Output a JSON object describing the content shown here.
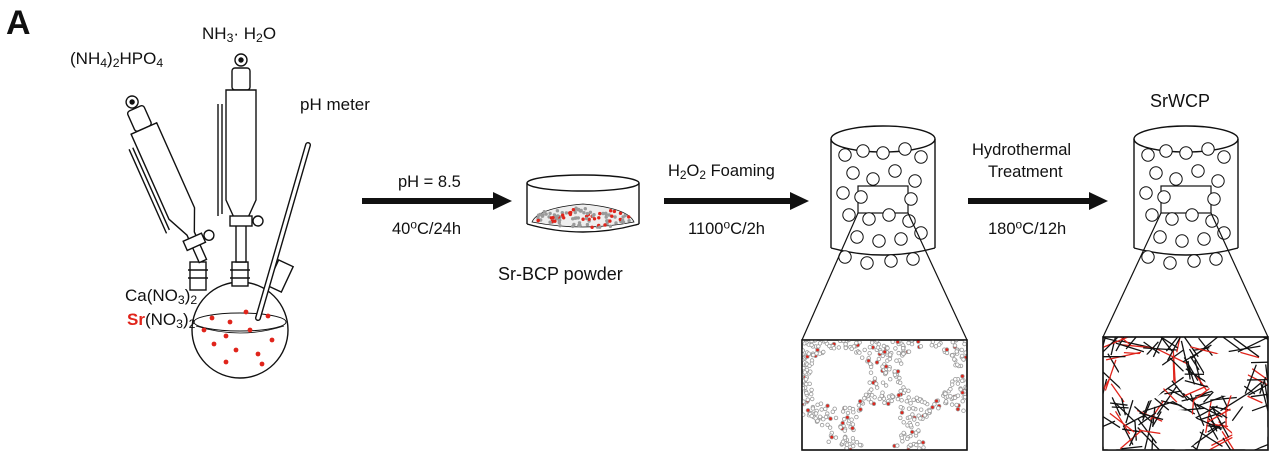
{
  "panel_label": "A",
  "reagents": {
    "phosphate": [
      "(NH",
      "4",
      ")",
      "2",
      "HPO",
      "4"
    ],
    "ammonia": [
      "NH",
      "3",
      "· H",
      "2",
      "O"
    ],
    "ph_meter": "pH meter",
    "calcium": [
      "Ca(NO",
      "3",
      ")",
      "2"
    ],
    "strontium_symbol": "Sr",
    "strontium_rest": [
      "(NO",
      "3",
      ")",
      "2"
    ]
  },
  "steps": {
    "step1_top": "pH = 8.5",
    "step1_bottom": [
      "40",
      "o",
      "C/24h"
    ],
    "powder_label": "Sr-BCP powder",
    "step2_top": [
      "H",
      "2",
      "O",
      "2",
      " Foaming"
    ],
    "step2_bottom": [
      "1100",
      "o",
      "C/2h"
    ],
    "step3_top_line1": "Hydrothermal",
    "step3_top_line2": "Treatment",
    "step3_bottom": [
      "180",
      "o",
      "C/12h"
    ],
    "product_label": "SrWCP"
  },
  "colors": {
    "red_dot": "#e0241b",
    "grey_particle": "#9a9a9a",
    "line": "#111111"
  }
}
